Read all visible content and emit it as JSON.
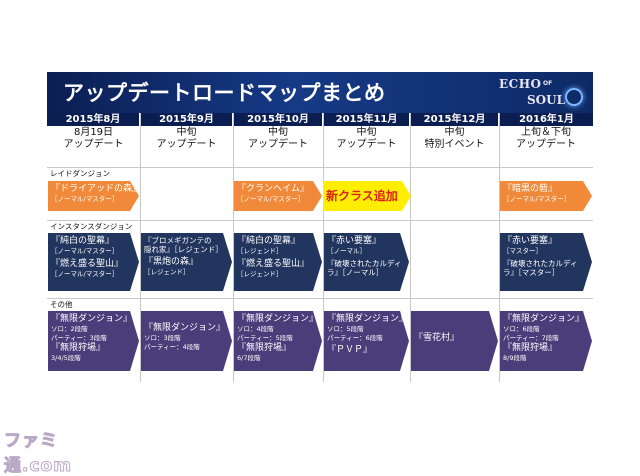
{
  "title": "アップデートロードマップまとめ",
  "logo": {
    "line1": "ECHO",
    "of": "OF",
    "line2": "SOUL"
  },
  "columns": [
    {
      "month": "2015年8月",
      "line1": "8月19日",
      "line2": "アップデート"
    },
    {
      "month": "2015年9月",
      "line1": "中旬",
      "line2": "アップデート"
    },
    {
      "month": "2015年10月",
      "line1": "中旬",
      "line2": "アップデート"
    },
    {
      "month": "2015年11月",
      "line1": "中旬",
      "line2": "アップデート"
    },
    {
      "month": "2015年12月",
      "line1": "中旬",
      "line2": "特別イベント"
    },
    {
      "month": "2016年1月",
      "line1": "上旬＆下旬",
      "line2": "アップデート"
    }
  ],
  "sections": {
    "raid": "レイドダンジョン",
    "instance": "インスタンスダンジョン",
    "other": "その他"
  },
  "raid": {
    "aug": {
      "title": "『ドライアッドの森』",
      "sub": "［ノーマル/マスター］"
    },
    "oct": {
      "title": "『クランヘイム』",
      "sub": "［ノーマル/マスター］"
    },
    "nov": {
      "title": "新クラス追加"
    },
    "jan": {
      "title": "『暗黒の砦』",
      "sub": "［ノーマル/マスター］"
    }
  },
  "instance": {
    "aug": {
      "a": "『純白の聖幕』",
      "b": "［ノーマル/マスター］",
      "c": "『燃え盛る聖山』",
      "d": "［ノーマル/マスター］"
    },
    "sep": {
      "a": "『ブロメギガンテの",
      "a2": "隠れ家』［レジェンド］",
      "c": "『黒炮の森』",
      "d": "［レジェンド］"
    },
    "oct": {
      "a": "『純白の聖幕』",
      "b": "［レジェンド］",
      "c": "『燃え盛る聖山』",
      "d": "［レジェンド］"
    },
    "nov": {
      "a": "『赤い要塞』",
      "b": "［ノーマル］",
      "c": "『破壊されたカルディ",
      "d": "ラ』［ノーマル］"
    },
    "jan": {
      "a": "『赤い要塞』",
      "b": "［マスター］",
      "c": "『破壊されたカルディ",
      "d": "ラ』［マスター］"
    }
  },
  "other": {
    "aug": {
      "a": "『無限ダンジョン』",
      "b": "ソロ：2段階",
      "c": "パーティー：3段階",
      "d": "『無限狩場』",
      "e": "3/4/5段階"
    },
    "sep": {
      "a": "『無限ダンジョン』",
      "b": "ソロ：3段階",
      "c": "パーティー：4段階"
    },
    "oct": {
      "a": "『無限ダンジョン』",
      "b": "ソロ：4段階",
      "c": "パーティー：5段階",
      "d": "『無限狩場』",
      "e": "6/7段階"
    },
    "nov": {
      "a": "『無限ダンジョン』",
      "b": "ソロ：5段階",
      "c": "パーティー：6段階",
      "d": "『ＰＶＰ』"
    },
    "dec": {
      "a": "『雪花村』"
    },
    "jan": {
      "a": "『無限ダンジョン』",
      "b": "ソロ：6段階",
      "c": "パーティー：7段階",
      "d": "『無限狩場』",
      "e": "8/9段階"
    }
  },
  "watermark": "ファミ通.com"
}
